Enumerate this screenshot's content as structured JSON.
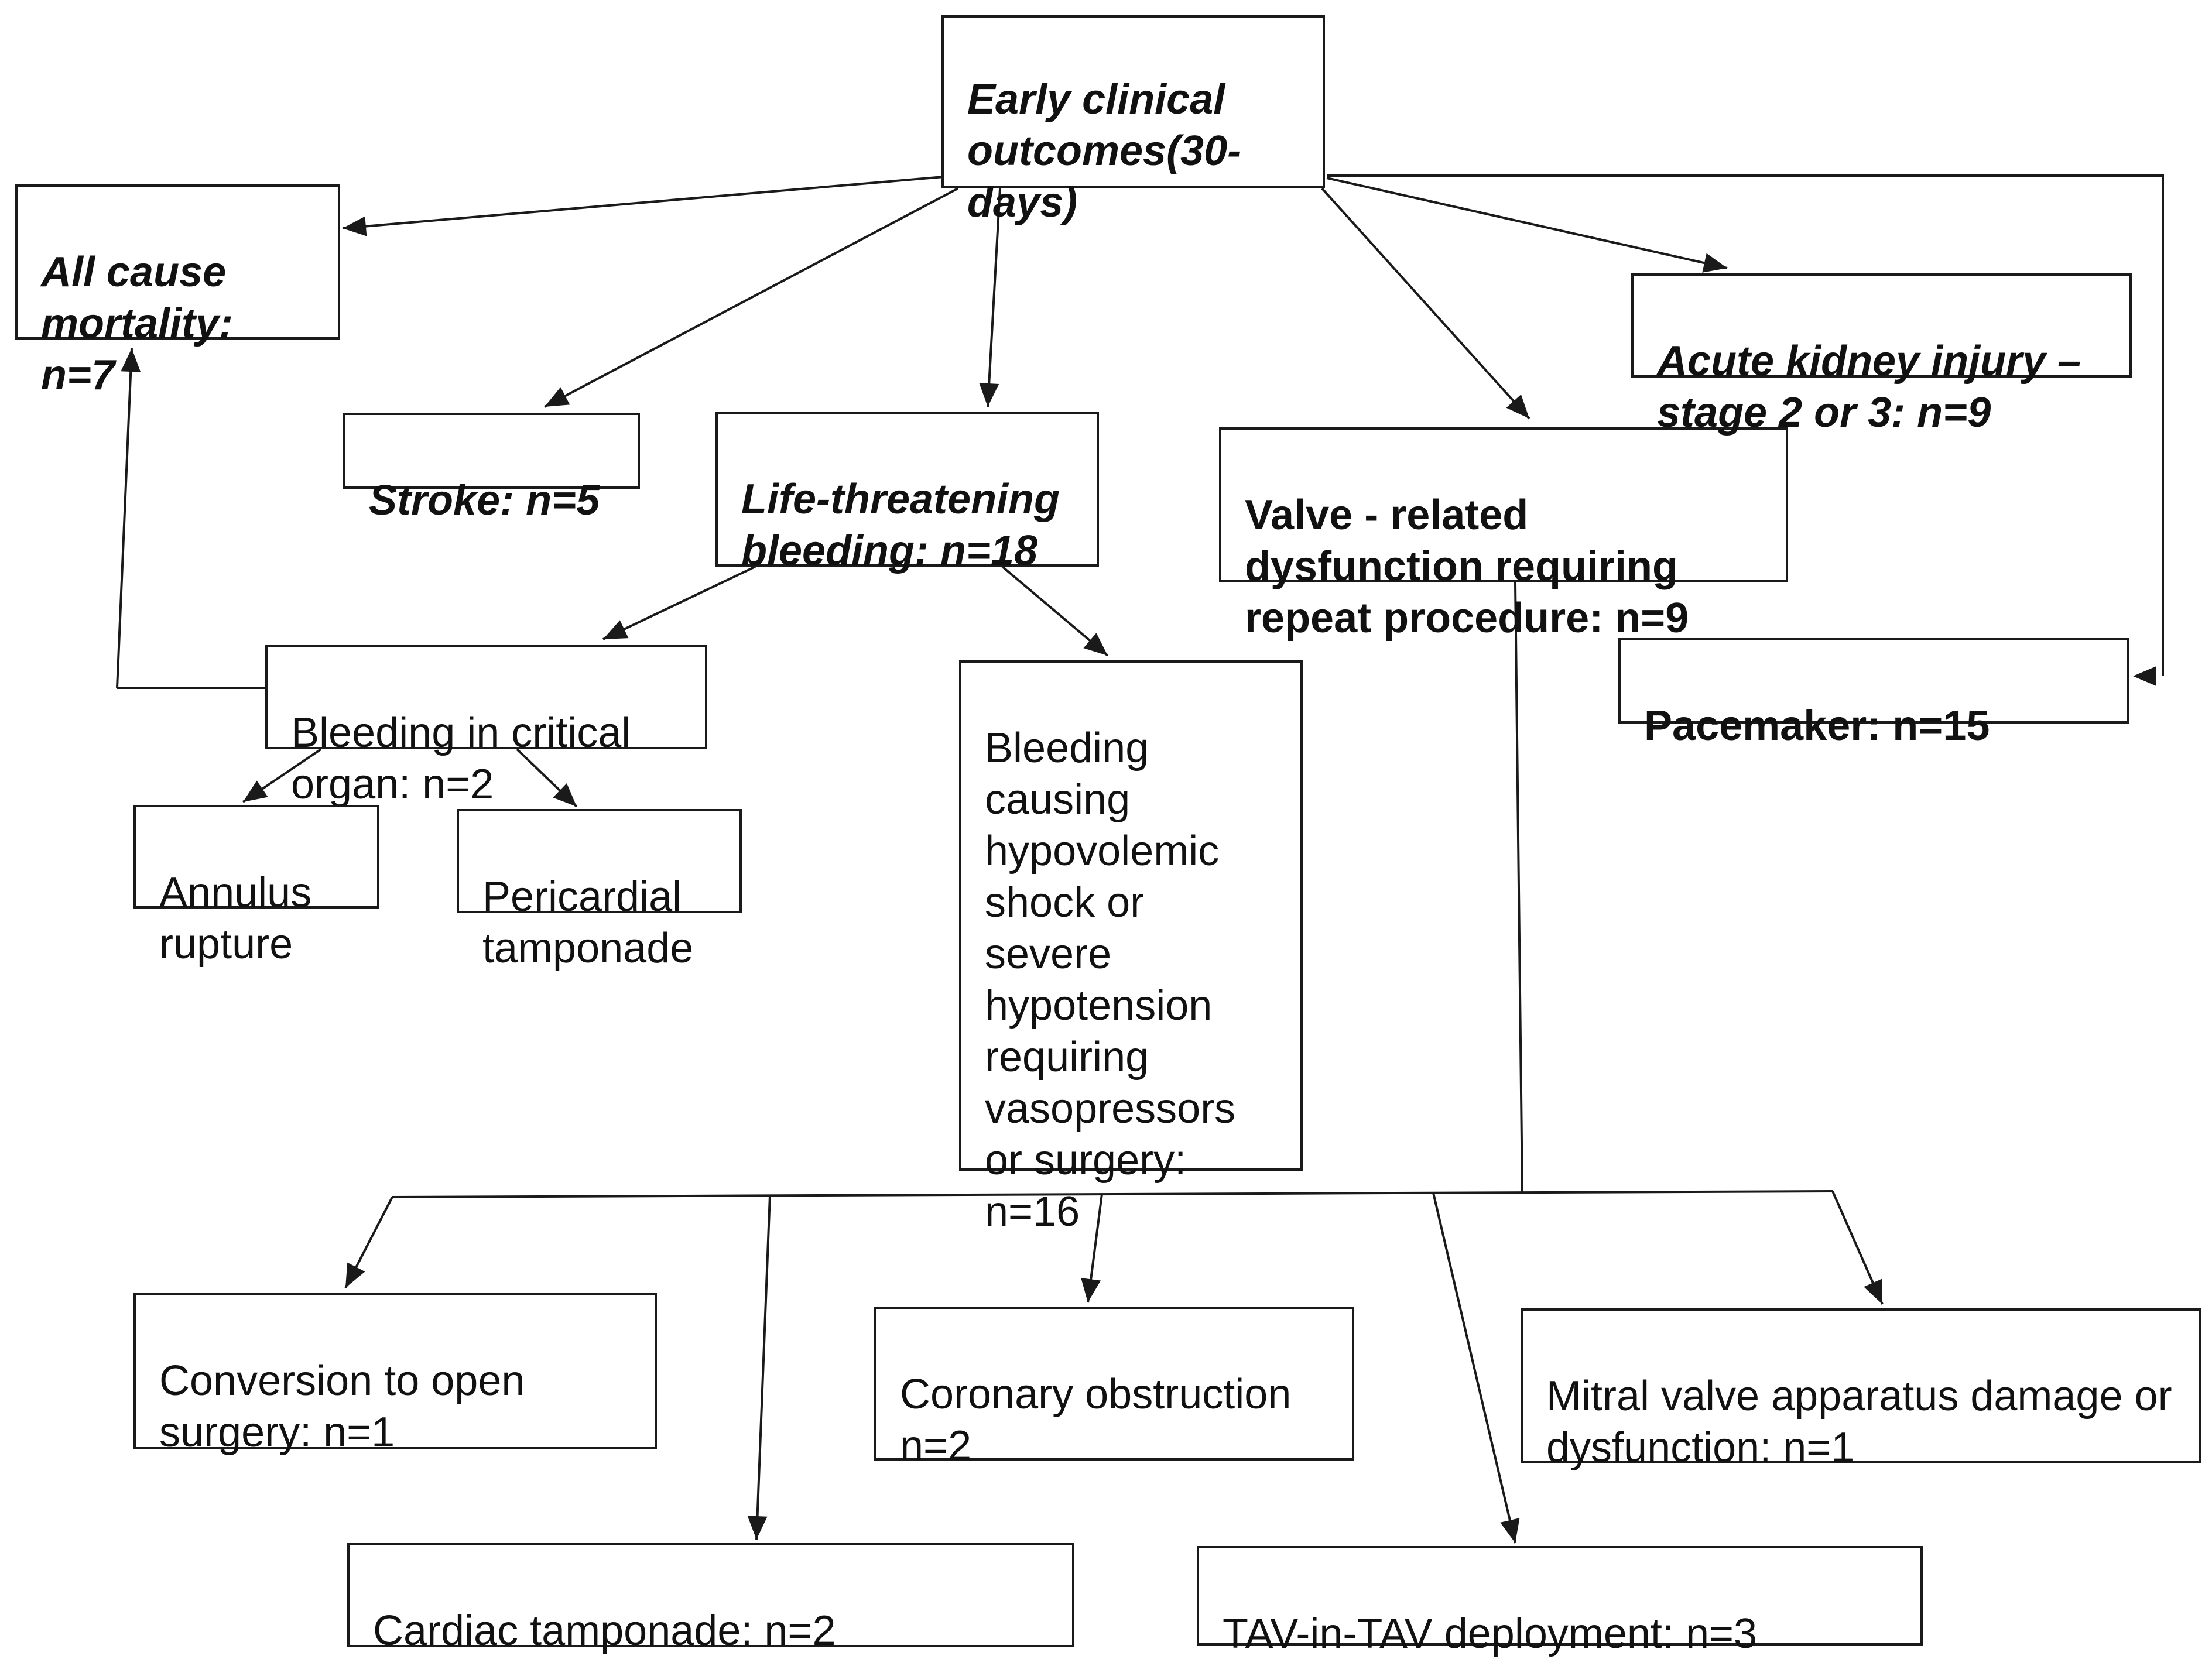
{
  "diagram": {
    "root": "Early clinical outcomes(30-days)",
    "all_cause_mortality": "All cause mortality: n=7",
    "stroke": "Stroke: n=5",
    "life_threatening_bleeding": "Life-threatening bleeding: n=18",
    "valve_related": "Valve - related dysfunction requiring repeat procedure: n=9",
    "acute_kidney_injury": "Acute kidney injury – stage 2 or 3: n=9",
    "pacemaker_label": "Pacemaker",
    "pacemaker_value": ": n=15",
    "bleeding_critical_organ": "Bleeding in critical organ: n=2",
    "annulus_rupture": "Annulus rupture",
    "pericardial_tamponade": "Pericardial tamponade",
    "bleeding_hypovolemic": "Bleeding causing hypovolemic shock or severe hypotension requiring vasopressors or surgery: n=16",
    "conversion_open_surgery": "Conversion to open surgery: n=1",
    "coronary_obstruction": "Coronary obstruction n=2",
    "mitral_valve_damage": "Mitral valve apparatus damage or dysfunction: n=1",
    "cardiac_tamponade": "Cardiac tamponade: n=2",
    "tav_in_tav": "TAV-in-TAV deployment: n=3"
  }
}
